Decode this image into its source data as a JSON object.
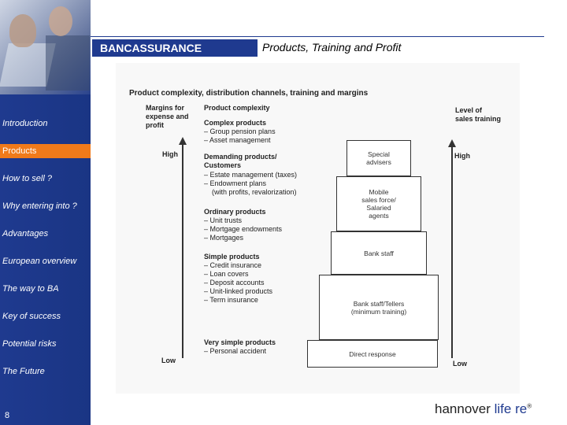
{
  "header": {
    "section_title": "BANCASSURANCE",
    "slide_title": "Products, Training and Profit"
  },
  "sidebar": {
    "items": [
      {
        "label": "Introduction",
        "active": false
      },
      {
        "label": "Products",
        "active": true
      },
      {
        "label": "How to sell ?",
        "active": false
      },
      {
        "label": "Why entering into ?",
        "active": false
      },
      {
        "label": "Advantages",
        "active": false
      },
      {
        "label": "European overview",
        "active": false
      },
      {
        "label": "The way to BA",
        "active": false
      },
      {
        "label": "Key of success",
        "active": false
      },
      {
        "label": "Potential risks",
        "active": false
      },
      {
        "label": "The Future",
        "active": false
      }
    ],
    "page_number": "8"
  },
  "diagram": {
    "title": "Product complexity, distribution channels, training and margins",
    "left_axis": {
      "label": "Margins for\nexpense and\nprofit",
      "high": "High",
      "low": "Low"
    },
    "product_header": "Product complexity",
    "right_axis": {
      "label": "Level of\nsales training",
      "high": "High",
      "low": "Low"
    },
    "categories": [
      {
        "name": "Complex products",
        "items": [
          "–  Group pension plans",
          "–  Asset management"
        ]
      },
      {
        "name": "Demanding products/\nCustomers",
        "items": [
          "–  Estate management (taxes)",
          "–  Endowment plans",
          "    (with profits, revalorization)"
        ]
      },
      {
        "name": "Ordinary products",
        "items": [
          "–  Unit trusts",
          "–  Mortgage endowments",
          "–  Mortgages"
        ]
      },
      {
        "name": "Simple products",
        "items": [
          "–  Credit insurance",
          "–  Loan covers",
          "–  Deposit accounts",
          "–  Unit-linked products",
          "–  Term insurance"
        ]
      },
      {
        "name": "Very simple products",
        "items": [
          "–  Personal accident"
        ]
      }
    ],
    "pyramid": [
      "Special\nadvisers",
      "Mobile\nsales force/\nSalaried\nagents",
      "Bank staff",
      "Bank staff/Tellers\n(minimum training)",
      "Direct response"
    ]
  },
  "footer": {
    "logo_main": "hannover",
    "logo_accent": "life re",
    "logo_mark": "®"
  }
}
